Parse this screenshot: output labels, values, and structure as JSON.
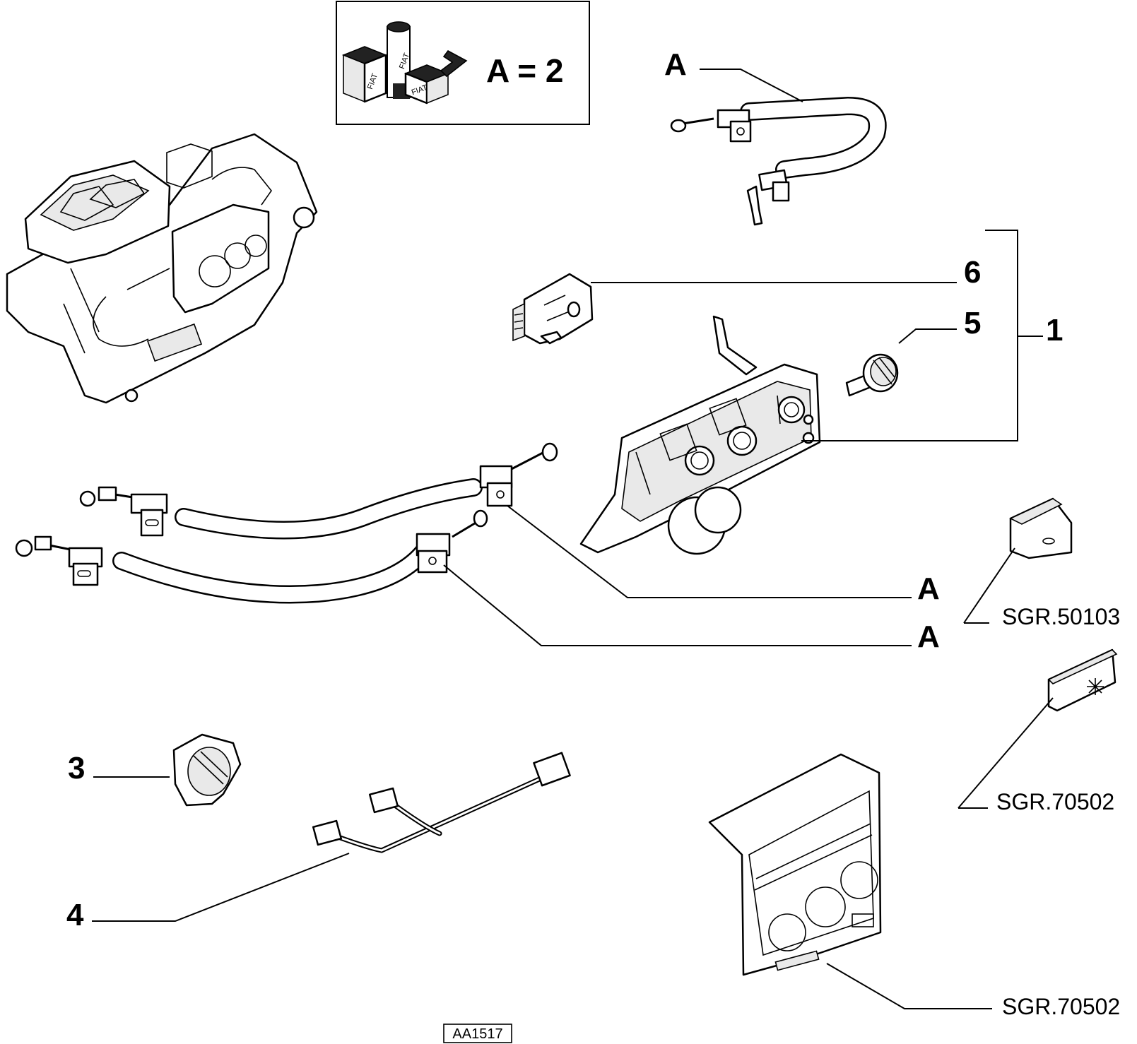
{
  "kit_box": {
    "label": "A = 2",
    "brand_text": "FIAT"
  },
  "callouts": {
    "item_1": "1",
    "item_3": "3",
    "item_4": "4",
    "item_5": "5",
    "item_6": "6",
    "cable_a_top": "A",
    "cable_a_mid": "A",
    "cable_a_low": "A"
  },
  "references": {
    "knob": "SGR.50103",
    "ac_button": "SGR.70502",
    "front_panel": "SGR.70502"
  },
  "drawing_code": "AA1517"
}
